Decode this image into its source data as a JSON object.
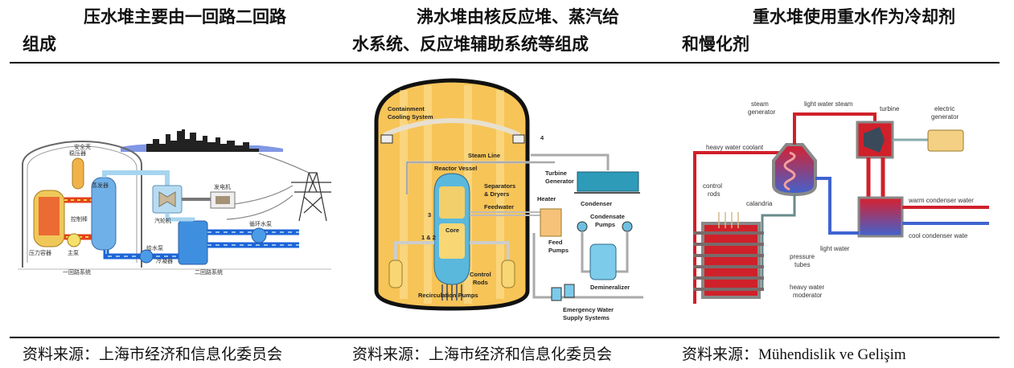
{
  "headers": [
    {
      "line1": "压水堆主要由一回路二回路",
      "line2": "组成"
    },
    {
      "line1": "沸水堆由核反应堆、蒸汽给",
      "line2": "水系统、反应堆辅助系统等组成"
    },
    {
      "line1": "重水堆使用重水作为冷却剂",
      "line2": "和慢化剂"
    }
  ],
  "figures": {
    "pwr": {
      "labels": {
        "containment": "安全壳",
        "pressurizer": "稳压器",
        "steam_generator": "蒸发器",
        "control_rods": "控制棒",
        "pressure_vessel": "压力容器",
        "main_pump": "主泵",
        "turbine": "汽轮机",
        "generator": "发电机",
        "circulation_pump": "循环水泵",
        "feed_pump": "给水泵",
        "condenser": "冷凝器",
        "primary_loop": "一回路系统",
        "secondary_loop": "二回路系统"
      }
    },
    "bwr": {
      "labels": {
        "containment_cooling": [
          "Containment",
          "Cooling System"
        ],
        "steam_line": "Steam Line",
        "reactor_vessel": "Reactor Vessel",
        "separators": [
          "Separators",
          "& Dryers"
        ],
        "feedwater": "Feedwater",
        "core": "Core",
        "num3": "3",
        "num12": "1 & 2",
        "num4": "4",
        "control_rods": [
          "Control",
          "Rods"
        ],
        "recirc_pumps": "Recirculation Pumps",
        "turbine_generator": [
          "Turbine",
          "Generator"
        ],
        "heater": "Heater",
        "condenser": "Condenser",
        "condensate_pumps": [
          "Condensate",
          "Pumps"
        ],
        "feed_pumps": [
          "Feed",
          "Pumps"
        ],
        "demineralizer": "Demineralizer",
        "emergency_water": [
          "Emergency Water",
          "Supply Systems"
        ]
      }
    },
    "phwr": {
      "labels": {
        "steam_generator": [
          "steam",
          "generator"
        ],
        "light_water_steam": "light water steam",
        "turbine": "turbine",
        "electric_generator": [
          "electric",
          "generator"
        ],
        "heavy_water_coolant": "heavy water coolant",
        "control_rods": [
          "control",
          "rods"
        ],
        "calandria": "calandria",
        "warm_condenser_water": "warm condenser water",
        "cool_condenser_water": "cool condenser wate",
        "light_water": "light water",
        "pressure_tubes": [
          "pressure",
          "tubes"
        ],
        "heavy_water_moderator": [
          "heavy water",
          "moderator"
        ]
      }
    }
  },
  "sources": [
    {
      "prefix": "资料来源：",
      "name": "上海市经济和信息化委员会"
    },
    {
      "prefix": "资料来源：",
      "name": "上海市经济和信息化委员会"
    },
    {
      "prefix": "资料来源：",
      "name": "Mühendislik ve Gelişim"
    }
  ]
}
